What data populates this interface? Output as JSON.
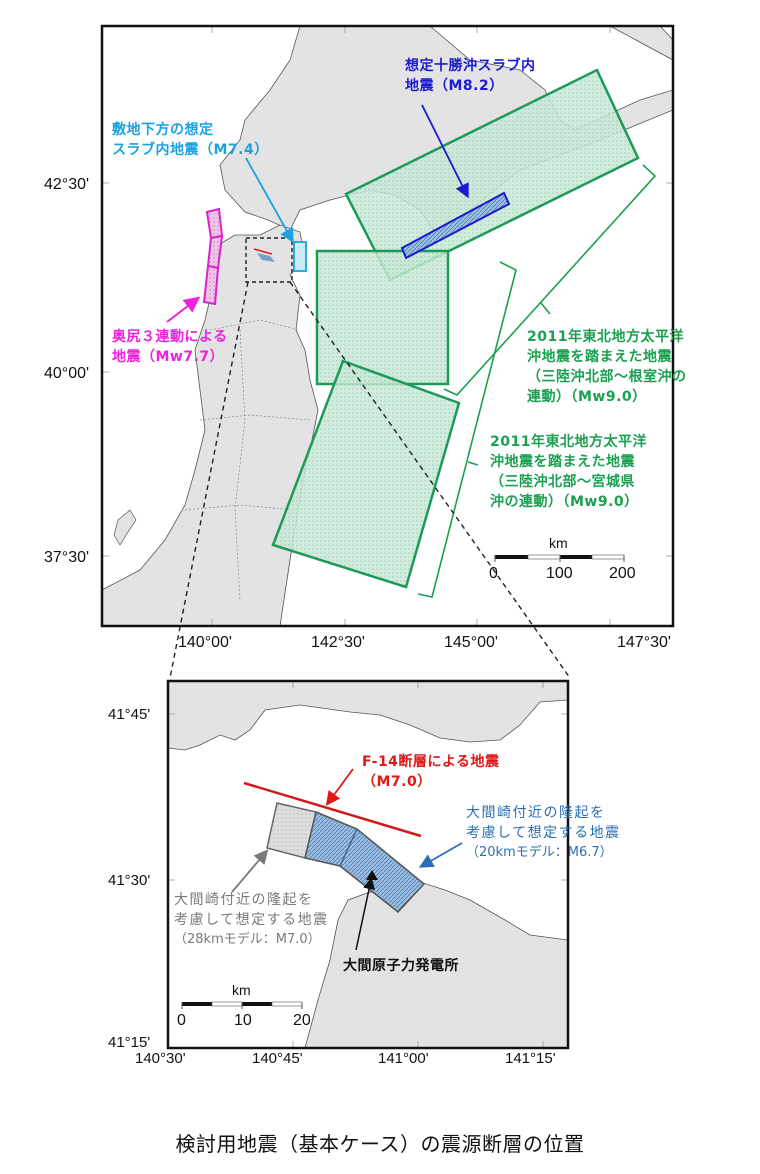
{
  "caption": "検討用地震（基本ケース）の震源断層の位置",
  "main_map": {
    "lat_ticks": [
      "42°30'",
      "40°00'",
      "37°30'"
    ],
    "lon_ticks": [
      "140°00'",
      "142°30'",
      "145°00'",
      "147°30'"
    ],
    "scale_bar": {
      "unit": "km",
      "labels": [
        "0",
        "100",
        "200"
      ]
    },
    "labels": {
      "tokachi": {
        "lines": [
          "想定十勝沖スラブ内",
          "地震（M8.2）"
        ],
        "color": "#1a1ad0"
      },
      "slab_below_site": {
        "lines": [
          "敷地下方の想定",
          "スラブ内地震（M7.4）"
        ],
        "color": "#1aa3e0"
      },
      "okushiri": {
        "lines": [
          "奥尻３連動による",
          "地震（Mw7.7）"
        ],
        "color": "#ee22dd"
      },
      "tohoku_nemuro": {
        "lines": [
          "2011年東北地方太平洋",
          "沖地震を踏まえた地震",
          "（三陸沖北部～根室沖の",
          "連動）（Mw9.0）"
        ],
        "color": "#1aa050"
      },
      "tohoku_miyagi": {
        "lines": [
          "2011年東北地方太平洋",
          "沖地震を踏まえた地震",
          "（三陸沖北部～宮城県",
          "沖の連動）（Mw9.0）"
        ],
        "color": "#1aa050"
      }
    }
  },
  "inset_map": {
    "lat_ticks": [
      "41°45'",
      "41°30'",
      "41°15'"
    ],
    "lon_ticks": [
      "140°30'",
      "140°45'",
      "141°00'",
      "141°15'"
    ],
    "scale_bar": {
      "unit": "km",
      "labels": [
        "0",
        "10",
        "20"
      ]
    },
    "labels": {
      "f14": {
        "lines": [
          "F-14断層による地震",
          "（M7.0）"
        ],
        "color": "#e01818"
      },
      "model_20km": {
        "lines": [
          "大間崎付近の隆起を",
          "考慮して想定する地震",
          "（20kmモデル：M6.7）"
        ],
        "color": "#2a6fb5"
      },
      "model_28km": {
        "lines": [
          "大間崎付近の隆起を",
          "考慮して想定する地震",
          "（28kmモデル：M7.0）"
        ],
        "color": "#7a7a7a"
      },
      "plant": {
        "lines": [
          "大間原子力発電所"
        ],
        "color": "#111111"
      }
    }
  },
  "colors": {
    "land": "#e3e3e3",
    "green_zone": "#1aa050",
    "green_fill": "#bfe3cf",
    "frame": "#111111"
  }
}
